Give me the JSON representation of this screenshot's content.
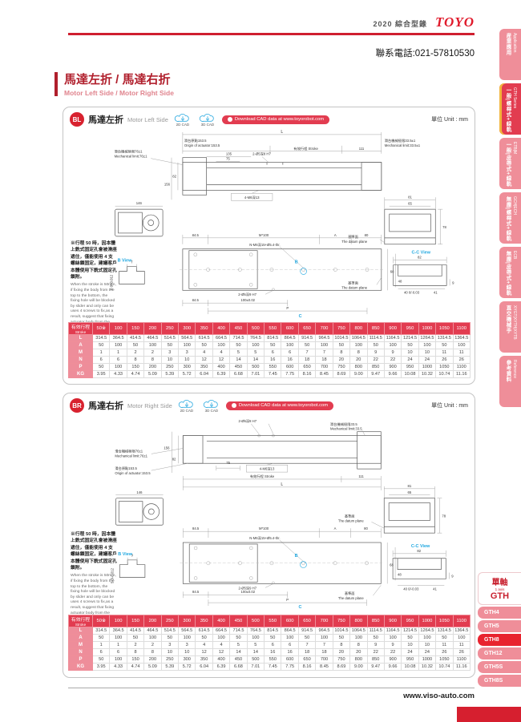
{
  "colors": {
    "brand_red": "#d61f2f",
    "tab_pink": "#ef8e99",
    "accent_blue": "#1fa7e0",
    "table_red": "#e23c50",
    "tab_gold": "#f2b43c"
  },
  "page": {
    "catalog": "2020 綜合型錄",
    "brand": "TOYO",
    "phone": "聯系電話:021-57810530",
    "title_cn": "馬達左折 / 馬達右折",
    "title_en": "Motor Left Side / Motor Right Side",
    "footer_url": "www.viso-auto.com"
  },
  "unit_label": "單位 Unit : mm",
  "cad": {
    "cad2d": "2D CAD",
    "cad3d": "3D CAD",
    "download": "Download CAD data at www.toyorobot.com"
  },
  "side_tabs": [
    {
      "cn": "産業應用",
      "en": "Application",
      "active": false
    },
    {
      "cn": "一般|螺桿式+線軌",
      "en": "GTH Series",
      "active": true
    },
    {
      "cn": "一般|皮帶式+線軌",
      "en": "ETB|M",
      "active": false
    },
    {
      "cn": "無塵|螺桿式+線軌",
      "en": "GCH|ECH",
      "active": false
    },
    {
      "cn": "無塵|皮帶式+線軌",
      "en": "ECB",
      "active": false
    },
    {
      "cn": "直交機械手",
      "en": "XYGT|XYTH|XYTB",
      "active": false
    },
    {
      "cn": "參考資料",
      "en": "Reference",
      "active": false
    }
  ],
  "axis_menu": {
    "title_cn": "單軸",
    "title_en": "1 axis",
    "title_series": "GTH",
    "items": [
      {
        "label": "GTH4",
        "active": false
      },
      {
        "label": "GTH5",
        "active": false
      },
      {
        "label": "GTH8",
        "active": true
      },
      {
        "label": "GTH12",
        "active": false
      },
      {
        "label": "GTH5S",
        "active": false
      },
      {
        "label": "GTH8S",
        "active": false
      }
    ]
  },
  "sections": [
    {
      "badge": "BL",
      "title_cn": "馬達左折",
      "title_en": "Motor Left Side"
    },
    {
      "badge": "BR",
      "title_cn": "馬達右折",
      "title_en": "Motor Right Side"
    }
  ],
  "note": {
    "cn": "※行程 50 時，因本體上銑式固定孔會被滑座遮住，僅能使用 4 支螺絲鎖固定，建議客戶本體使用下銑式固定孔鎖附。",
    "en": "When the stroke is 50mm, if fixing the body from the top to the bottom, the fixing hole will be blocked by slider and only can be uses 4 screws to fix,as a result, suggest that fixing actuator body from the bottom to the top."
  },
  "dw": {
    "L": "L",
    "origin_cn": "滑台原點153.5",
    "origin_en": "Origin of actuator:153.5",
    "stroke_lbl": "有效行程 Stroke",
    "d111": "111",
    "mech76_cn": "滑台機械極限76±1",
    "mech76_en": "Mechanical limit:76±1",
    "mech335_cn": "滑台機械極限33.5±1",
    "mech335_en": "Mechanical limit:33.5±1",
    "mech335_cn_short": "滑台機械極限33.5",
    "mech335_en_short": "Mechanical limit:33.5",
    "d135": "135",
    "d75": "75",
    "hole_top": "2-Ø5深8 H7",
    "screw4": "4-M6深13",
    "d82": "82",
    "d156": "156",
    "d146": "146",
    "d845": "84.5",
    "pitch": "M*100",
    "A": "A",
    "d80": "80",
    "holes_n": "N-M6深15+Ø5.4-thr.",
    "d68": "68",
    "d48": "48",
    "hole_bottom": "2-Ø5深9 H7",
    "d100": "100±0.02",
    "P": "P",
    "b_view": "B View",
    "d7": "7",
    "tol5": "5 0/-0.012",
    "datum_cn": "基準面",
    "datum_en": "The datum plane",
    "cc_view": "C-C View",
    "d81": "81",
    "d65": "65",
    "d78": "78",
    "d40": "40 0/-0.03",
    "d41": "41",
    "d9": "9",
    "B": "B",
    "C": "C"
  },
  "table": {
    "header_cn": "有效行程",
    "header_en": "Stroke",
    "strokes": [
      "50※",
      "100",
      "150",
      "200",
      "250",
      "300",
      "350",
      "400",
      "450",
      "500",
      "550",
      "600",
      "650",
      "700",
      "750",
      "800",
      "850",
      "900",
      "950",
      "1000",
      "1050",
      "1100"
    ],
    "rows": [
      {
        "label": "L",
        "values": [
          "314.5",
          "364.5",
          "414.5",
          "464.5",
          "514.5",
          "564.5",
          "614.5",
          "664.5",
          "714.5",
          "764.5",
          "814.5",
          "864.5",
          "914.5",
          "964.5",
          "1014.5",
          "1064.5",
          "1114.5",
          "1164.5",
          "1214.5",
          "1264.5",
          "1314.5",
          "1364.5"
        ]
      },
      {
        "label": "A",
        "values": [
          "50",
          "100",
          "50",
          "100",
          "50",
          "100",
          "50",
          "100",
          "50",
          "100",
          "50",
          "100",
          "50",
          "100",
          "50",
          "100",
          "50",
          "100",
          "50",
          "100",
          "50",
          "100"
        ]
      },
      {
        "label": "M",
        "values": [
          "1",
          "1",
          "2",
          "2",
          "3",
          "3",
          "4",
          "4",
          "5",
          "5",
          "6",
          "6",
          "7",
          "7",
          "8",
          "8",
          "9",
          "9",
          "10",
          "10",
          "11",
          "11"
        ]
      },
      {
        "label": "N",
        "values": [
          "6",
          "6",
          "8",
          "8",
          "10",
          "10",
          "12",
          "12",
          "14",
          "14",
          "16",
          "16",
          "18",
          "18",
          "20",
          "20",
          "22",
          "22",
          "24",
          "24",
          "26",
          "26"
        ]
      },
      {
        "label": "P",
        "values": [
          "50",
          "100",
          "150",
          "200",
          "250",
          "300",
          "350",
          "400",
          "450",
          "500",
          "550",
          "600",
          "650",
          "700",
          "750",
          "800",
          "850",
          "900",
          "950",
          "1000",
          "1050",
          "1100"
        ]
      },
      {
        "label": "KG",
        "values": [
          "3.95",
          "4.33",
          "4.74",
          "5.09",
          "5.39",
          "5.72",
          "6.04",
          "6.39",
          "6.68",
          "7.01",
          "7.45",
          "7.75",
          "8.16",
          "8.45",
          "8.69",
          "9.00",
          "9.47",
          "9.66",
          "10.08",
          "10.32",
          "10.74",
          "11.16"
        ]
      }
    ]
  }
}
